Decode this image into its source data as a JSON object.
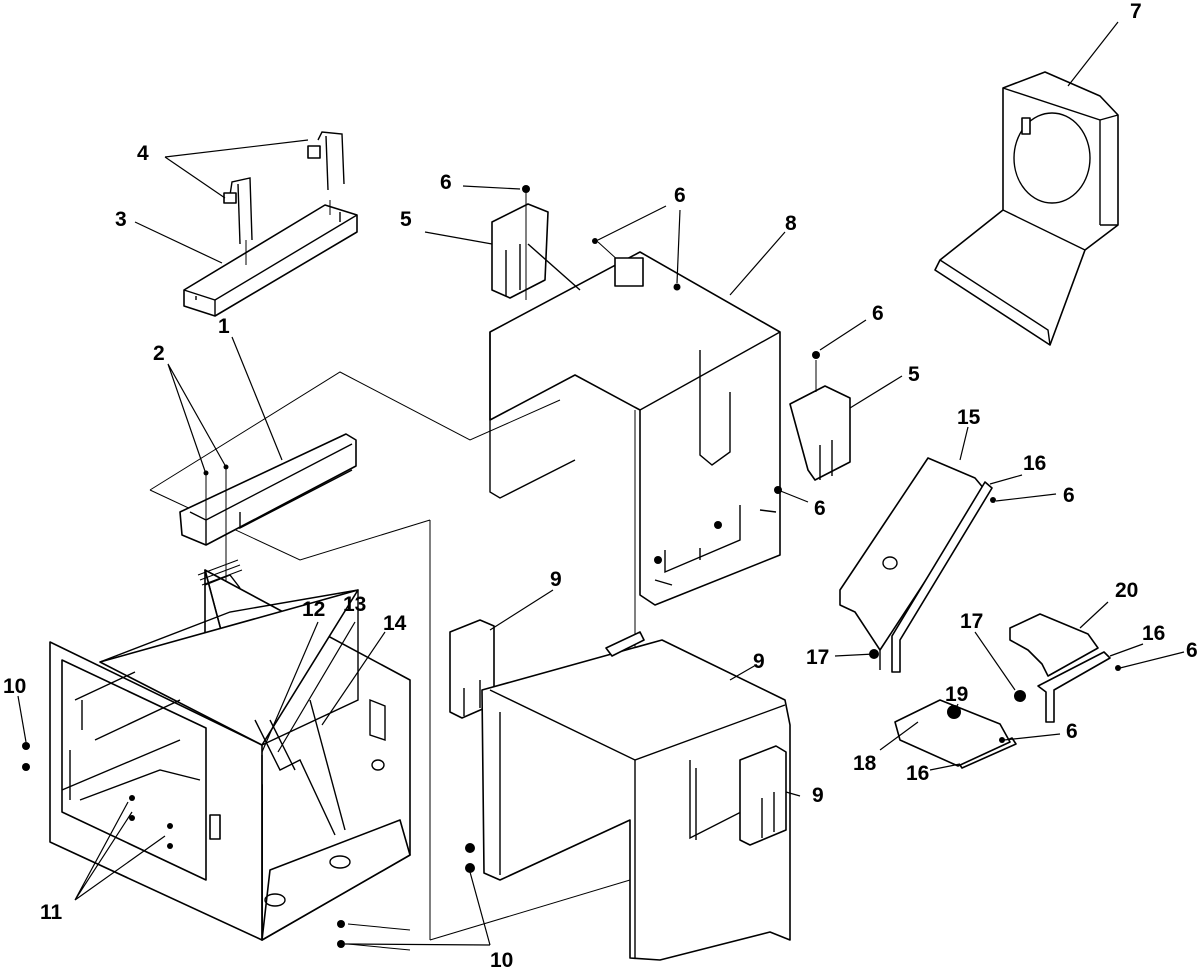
{
  "callouts": [
    {
      "id": "c1",
      "label": "1"
    },
    {
      "id": "c2",
      "label": "2"
    },
    {
      "id": "c3",
      "label": "3"
    },
    {
      "id": "c4",
      "label": "4"
    },
    {
      "id": "c5a",
      "label": "5"
    },
    {
      "id": "c5b",
      "label": "5"
    },
    {
      "id": "c6a",
      "label": "6"
    },
    {
      "id": "c6b",
      "label": "6"
    },
    {
      "id": "c6c",
      "label": "6"
    },
    {
      "id": "c6d",
      "label": "6"
    },
    {
      "id": "c6e",
      "label": "6"
    },
    {
      "id": "c6f",
      "label": "6"
    },
    {
      "id": "c6g",
      "label": "6"
    },
    {
      "id": "c7",
      "label": "7"
    },
    {
      "id": "c8",
      "label": "8"
    },
    {
      "id": "c9a",
      "label": "9"
    },
    {
      "id": "c9b",
      "label": "9"
    },
    {
      "id": "c9c",
      "label": "9"
    },
    {
      "id": "c10a",
      "label": "10"
    },
    {
      "id": "c10b",
      "label": "10"
    },
    {
      "id": "c11",
      "label": "11"
    },
    {
      "id": "c12",
      "label": "12"
    },
    {
      "id": "c13",
      "label": "13"
    },
    {
      "id": "c14",
      "label": "14"
    },
    {
      "id": "c15",
      "label": "15"
    },
    {
      "id": "c16a",
      "label": "16"
    },
    {
      "id": "c16b",
      "label": "16"
    },
    {
      "id": "c16c",
      "label": "16"
    },
    {
      "id": "c17a",
      "label": "17"
    },
    {
      "id": "c17b",
      "label": "17"
    },
    {
      "id": "c18",
      "label": "18"
    },
    {
      "id": "c19",
      "label": "19"
    },
    {
      "id": "c20",
      "label": "20"
    }
  ]
}
